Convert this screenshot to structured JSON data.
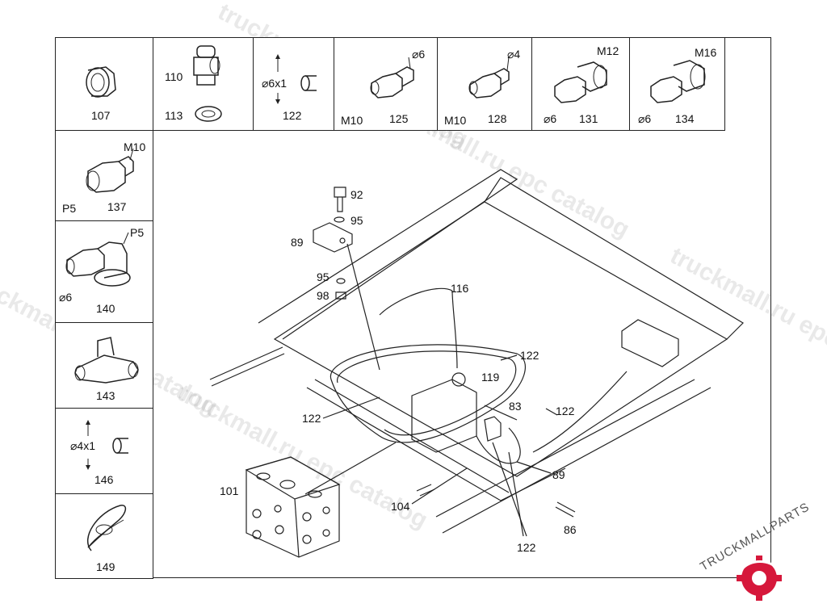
{
  "parts_cells": [
    {
      "numbers": [
        "107"
      ]
    },
    {
      "numbers": [
        "110",
        "113"
      ]
    },
    {
      "numbers": [
        "122"
      ],
      "dim": "⌀6x1"
    },
    {
      "numbers": [
        "125"
      ],
      "thread": "M10",
      "dim": "⌀6"
    },
    {
      "numbers": [
        "128"
      ],
      "thread": "M10",
      "dim": "⌀4"
    },
    {
      "numbers": [
        "131"
      ],
      "thread": "M12",
      "dim": "⌀6"
    },
    {
      "numbers": [
        "134"
      ],
      "thread": "M16",
      "dim": "⌀6"
    }
  ],
  "side_cells": [
    {
      "numbers": [
        "137"
      ],
      "thread": "M10",
      "extra": "P5"
    },
    {
      "numbers": [
        "140"
      ],
      "extra": "P5",
      "dim": "⌀6"
    },
    {
      "numbers": [
        "143"
      ]
    },
    {
      "numbers": [
        "146"
      ],
      "dim": "⌀4x1"
    },
    {
      "numbers": [
        "149"
      ]
    }
  ],
  "callouts": [
    "92",
    "95",
    "89",
    "95",
    "98",
    "116",
    "122",
    "119",
    "83",
    "122",
    "122",
    "89",
    "104",
    "86",
    "122",
    "101"
  ],
  "watermark": "truckmall.ru epc catalog",
  "logo_text": "TRUCKMALLPARTS",
  "colors": {
    "line": "#222222",
    "watermark": "#9a9a9a",
    "logo_red": "#d6183b"
  }
}
